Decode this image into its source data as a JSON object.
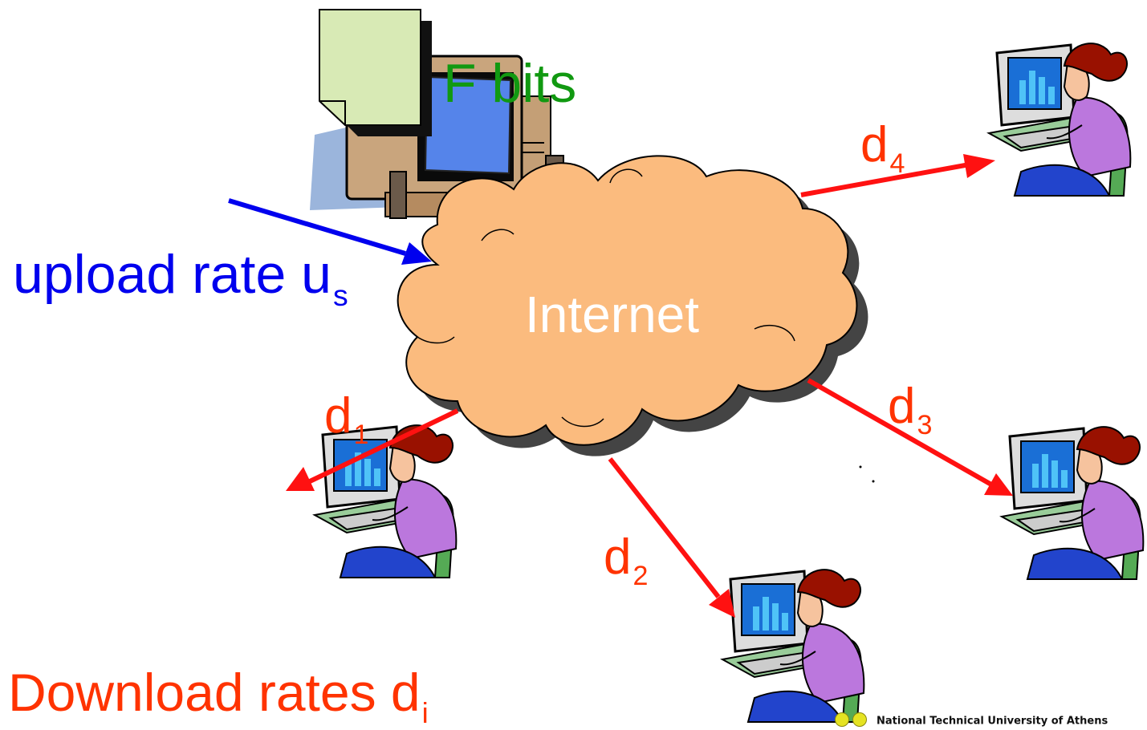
{
  "labels": {
    "file": "F bits",
    "upload_main": "upload rate u",
    "upload_sub": "s",
    "internet": "Internet",
    "download_main": "Download rates d",
    "download_sub": "i",
    "d1_main": "d",
    "d1_sub": "1",
    "d2_main": "d",
    "d2_sub": "2",
    "d3_main": "d",
    "d3_sub": "3",
    "d4_main": "d",
    "d4_sub": "4"
  },
  "footer": {
    "text": "National Technical University of Athens"
  },
  "colors": {
    "upload": "#0000ee",
    "download": "#ff3300",
    "arrow_red": "#ff1111",
    "file_label": "#119911",
    "cloud_fill": "#fbbb7e",
    "cloud_shadow": "#444444",
    "document_fill": "#d8eab5"
  },
  "icons": [
    "document-icon",
    "server-computer-icon",
    "user-computer-icon"
  ]
}
